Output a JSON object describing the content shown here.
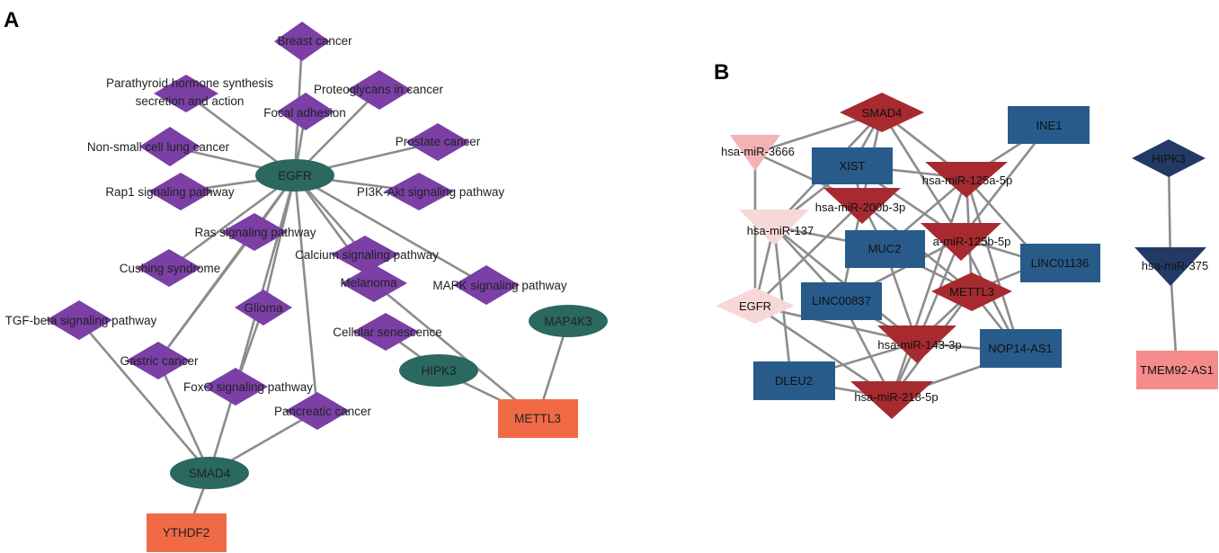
{
  "panels": {
    "a_label": "A",
    "b_label": "B"
  },
  "colors": {
    "pathway": "#7b3fa6",
    "gene_oval": "#2a6860",
    "writer_rect": "#ef6a45",
    "b_dark_red": "#a62a30",
    "b_light_red": "#f3b3b4",
    "b_pink": "#f7d8d8",
    "b_blue": "#285b8a",
    "b_navy": "#233a66",
    "b_salmon": "#f58b8b"
  },
  "panel_a": {
    "pathways": [
      "Breast cancer",
      "Parathyroid hormone synthesis",
      "secretion and action",
      "Proteoglycans in cancer",
      "Focal adhesion",
      "Non-small cell lung cancer",
      "Prostate cancer",
      "Rap1 signaling pathway",
      "PI3K-Akt signaling pathway",
      "Ras signaling pathway",
      "Calcium signaling pathway",
      "Cushing syndrome",
      "Melanoma",
      "MAPK signaling pathway",
      "Glioma",
      "TGF-beta signaling pathway",
      "Cellular senescence",
      "Gastric cancer",
      "FoxO signaling pathway",
      "Pancreatic cancer"
    ],
    "genes": [
      "EGFR",
      "MAP4K3",
      "HIPK3",
      "SMAD4"
    ],
    "writers": [
      "METTL3",
      "YTHDF2"
    ]
  },
  "panel_b": {
    "nodes": {
      "smad4": "SMAD4",
      "ine1": "INE1",
      "mir3666": "hsa-miR-3666",
      "xist": "XIST",
      "mir125a": "hsa-miR-125a-5p",
      "hipk3": "HIPK3",
      "mir200b": "hsa-miR-200b-3p",
      "mir137": "hsa-miR-137",
      "muc2": "MUC2",
      "mir125b": "a-miR-125b-5p",
      "linc01136": "LINC01136",
      "mir375": "hsa-miR-375",
      "mettl3": "METTL3",
      "egfr": "EGFR",
      "linc00837": "LINC00837",
      "mir143": "hsa-miR-143-3p",
      "nop14": "NOP14-AS1",
      "tmem92": "TMEM92-AS1",
      "dleu2": "DLEU2",
      "mir218": "hsa-miR-218-5p"
    }
  }
}
